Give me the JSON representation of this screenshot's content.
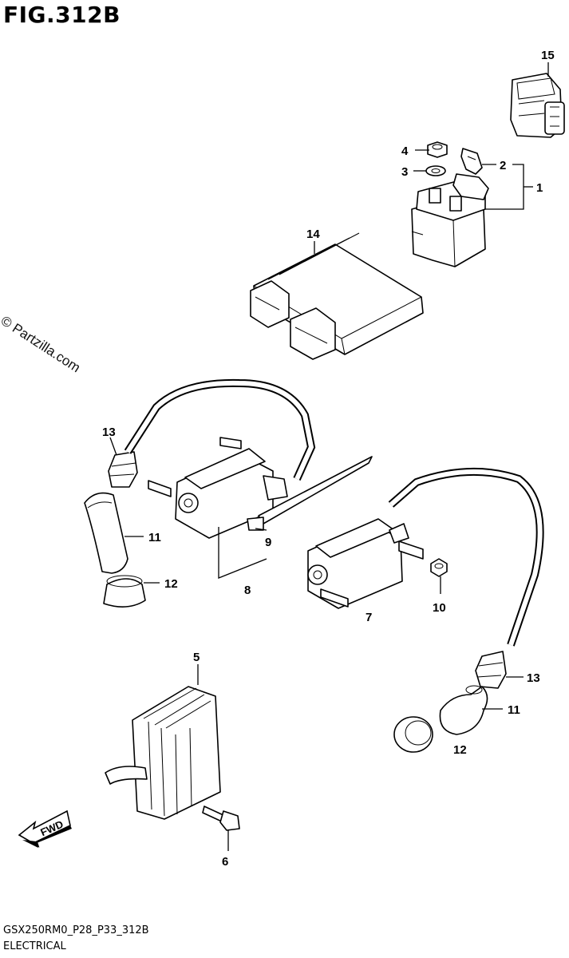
{
  "figure": {
    "title": "FIG.312B",
    "watermark": "© Partzilla.com",
    "footer_code": "GSX250RM0_P28_P33_312B",
    "footer_name": "ELECTRICAL",
    "fwd_label": "FWD"
  },
  "callouts": {
    "c1": "1",
    "c2": "2",
    "c3": "3",
    "c4": "4",
    "c5": "5",
    "c6": "6",
    "c7": "7",
    "c8": "8",
    "c9": "9",
    "c10": "10",
    "c11a": "11",
    "c11b": "11",
    "c12a": "12",
    "c12b": "12",
    "c13a": "13",
    "c13b": "13",
    "c14": "14",
    "c15": "15"
  }
}
